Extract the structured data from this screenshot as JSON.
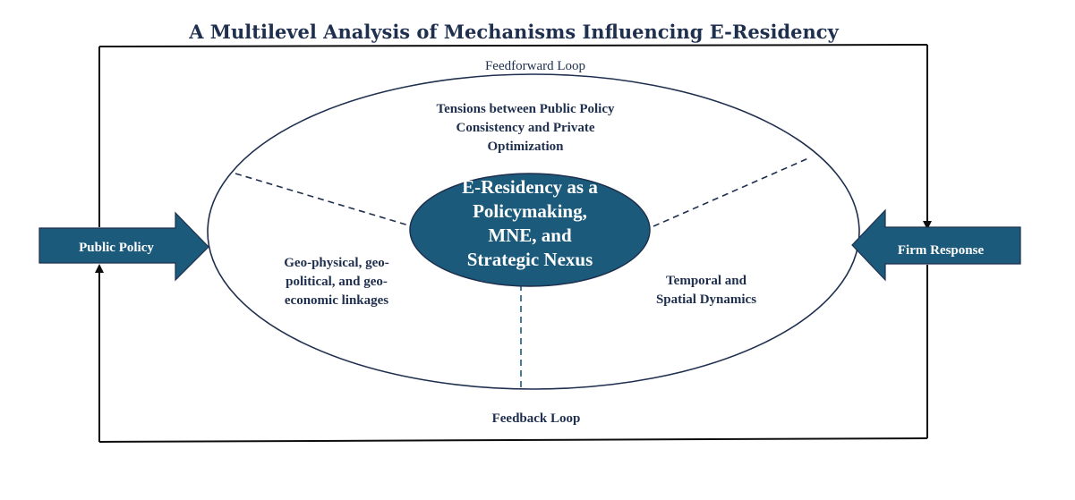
{
  "title": "A Multilevel Analysis of Mechanisms Influencing E-Residency",
  "loops": {
    "feedforward": "Feedforward Loop",
    "feedback": "Feedback Loop"
  },
  "center": {
    "lines": [
      "E-Residency as a",
      "Policymaking,",
      "MNE, and",
      "Strategic Nexus"
    ]
  },
  "segments": {
    "top": [
      "Tensions between Public Policy",
      "Consistency and Private",
      "Optimization"
    ],
    "left": [
      "Geo-physical, geo-",
      "political, and geo-",
      "economic linkages"
    ],
    "right": [
      "Temporal and",
      "Spatial Dynamics"
    ]
  },
  "arrows": {
    "left": "Public Policy",
    "right": "Firm Response"
  },
  "colors": {
    "accent": "#1b5a7a",
    "text": "#1f2f4e",
    "line": "#0d0d0d",
    "ellipse_stroke": "#1f2f4e"
  }
}
